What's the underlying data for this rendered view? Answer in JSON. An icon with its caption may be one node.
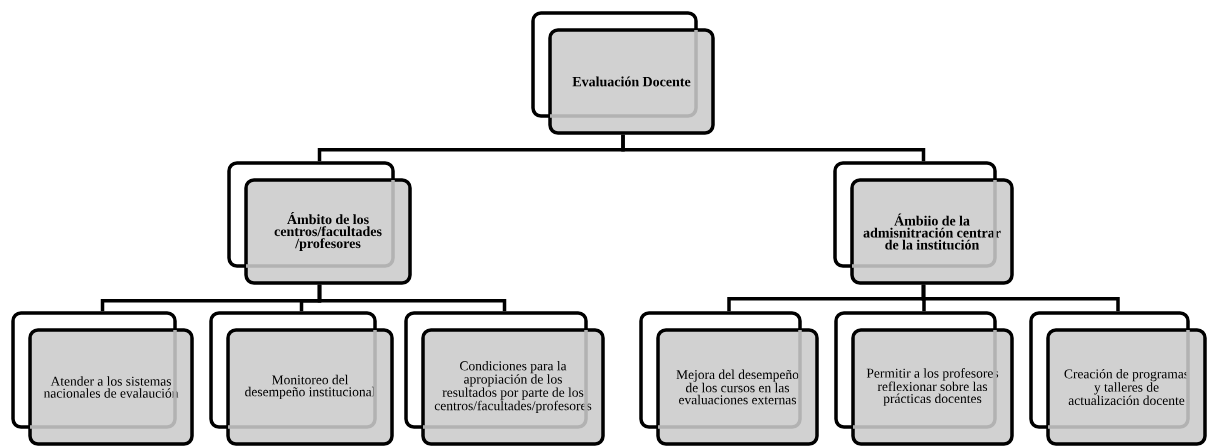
{
  "diagram": {
    "nodes": [
      {
        "text": [
          "Evaluación Docente"
        ]
      },
      {
        "text": [
          "Ámbito de los centros/facultades /profesores"
        ]
      },
      {
        "text": [
          "Ámbiio de la admisnitración centrar de la institución"
        ]
      },
      {
        "text": [
          "Atender a los sistemas nacionales de evalaución"
        ]
      },
      {
        "text": [
          "Monitoreo del desempeño institucional"
        ]
      },
      {
        "text": [
          "Condiciones para la apropiación de los resultados por parte de los centros/facultades/profesores"
        ]
      },
      {
        "text": [
          "Mejora del desempeño de los cursos en las evaluaciones externas"
        ]
      },
      {
        "text": [
          "Permitir a los profesores reflexionar sobre las prácticas docentes"
        ]
      },
      {
        "text": [
          "Creación de programas y talleres de actualización docente"
        ]
      }
    ],
    "edges": [
      {
        "from": 0,
        "to": 1,
        "arrow": "none"
      },
      {
        "from": 0,
        "to": 2,
        "arrow": "none"
      },
      {
        "from": 1,
        "to": 3,
        "arrow": "none"
      },
      {
        "from": 1,
        "to": 4,
        "arrow": "none"
      },
      {
        "from": 1,
        "to": 5,
        "arrow": "none"
      },
      {
        "from": 2,
        "to": 6,
        "arrow": "none"
      },
      {
        "from": 2,
        "to": 7,
        "arrow": "none"
      },
      {
        "from": 2,
        "to": 8,
        "arrow": "none"
      }
    ]
  }
}
